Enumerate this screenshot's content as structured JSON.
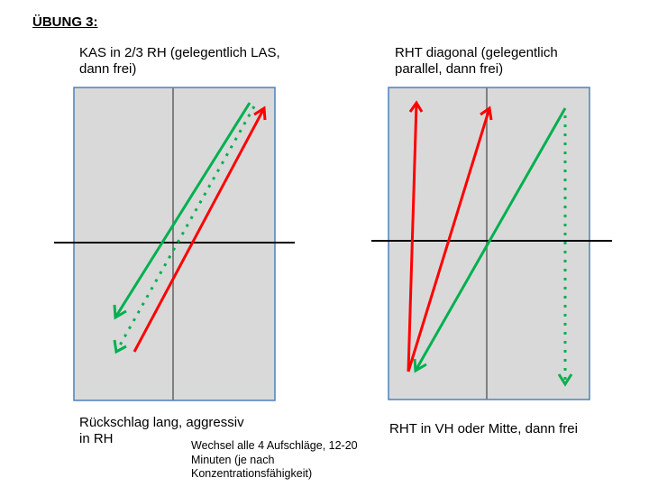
{
  "title": "ÜBUNG 3:",
  "left_panel": {
    "caption_top": "KAS in 2/3 RH (gelegentlich LAS,\ndann frei)",
    "caption_bottom": "Rückschlag lang, aggressiv\nin RH"
  },
  "right_panel": {
    "caption_top": "RHT diagonal (gelegentlich\nparallel, dann frei)",
    "caption_bottom": "RHT in VH oder Mitte, dann frei"
  },
  "note": "Wechsel alle 4 Aufschläge, 12-20\nMinuten (je nach\nKonzentrationsfähigkeit)",
  "colors": {
    "court_fill": "#d9d9d9",
    "court_border": "#4f81bd",
    "net": "#000000",
    "center_line": "#7f7f7f",
    "red": "#ff0000",
    "green": "#00b050"
  }
}
